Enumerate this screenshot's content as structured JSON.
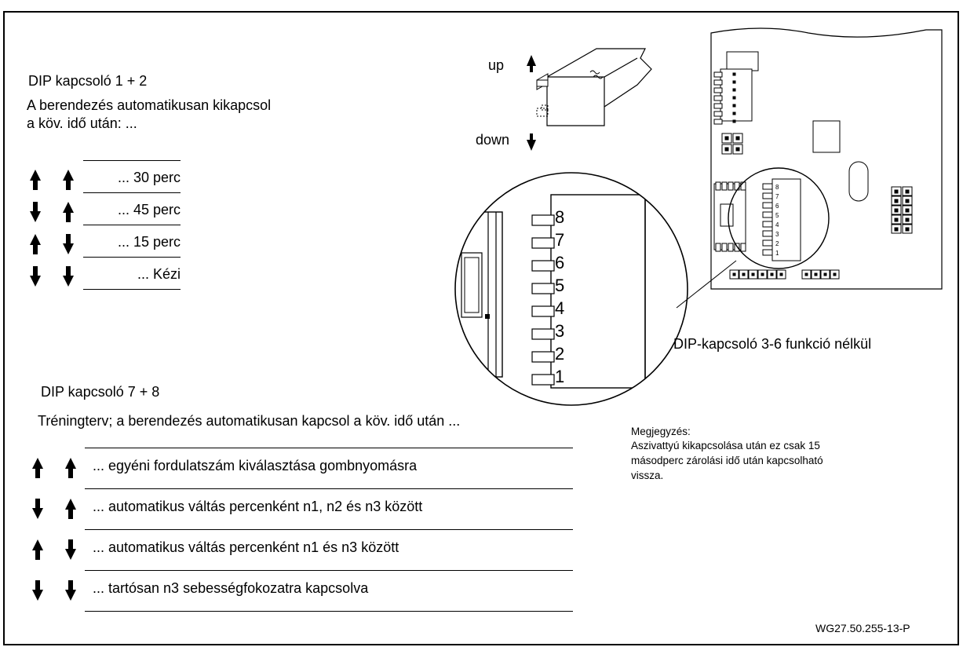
{
  "section1": {
    "title": "DIP kapcsoló   1 + 2",
    "desc_line1": "A berendezés automatikusan kikapcsol",
    "desc_line2": "a köv. idő után: ...",
    "rows": [
      {
        "label": "... 30 perc",
        "switch1": "up",
        "switch2": "up"
      },
      {
        "label": "... 45 perc",
        "switch1": "down",
        "switch2": "up"
      },
      {
        "label": "... 15 perc",
        "switch1": "up",
        "switch2": "down"
      },
      {
        "label": "... Kézi",
        "switch1": "down",
        "switch2": "down"
      }
    ]
  },
  "section2": {
    "title": "DIP kapcsoló   7 + 8",
    "desc": "Tréningterv; a berendezés automatikusan kapcsol a köv. idő után ...",
    "rows": [
      {
        "label": "... egyéni fordulatszám kiválasztása gombnyomásra",
        "switch1": "up",
        "switch2": "up"
      },
      {
        "label": "... automatikus váltás percenként n1, n2 és n3 között",
        "switch1": "down",
        "switch2": "up"
      },
      {
        "label": "... automatikus váltás percenként n1 és n3 között",
        "switch1": "up",
        "switch2": "down"
      },
      {
        "label": "... tartósan n3 sebességfokozatra kapcsolva",
        "switch1": "down",
        "switch2": "down"
      }
    ]
  },
  "switch_diagram": {
    "up_label": "up",
    "down_label": "down"
  },
  "magnifier": {
    "numbers": [
      "8",
      "7",
      "6",
      "5",
      "4",
      "3",
      "2",
      "1"
    ]
  },
  "board": {
    "small_numbers": [
      "8",
      "7",
      "6",
      "5",
      "4",
      "3",
      "2",
      "1"
    ]
  },
  "dip_note": "DIP-kapcsoló 3-6 funkció nélkül",
  "note": {
    "heading": "Megjegyzés:",
    "line1": "Aszivattyú kikapcsolása után ez csak 15",
    "line2": "másodperc zárolási idő után kapcsolható",
    "line3": "vissza."
  },
  "ref_code": "WG27.50.255-13-P"
}
